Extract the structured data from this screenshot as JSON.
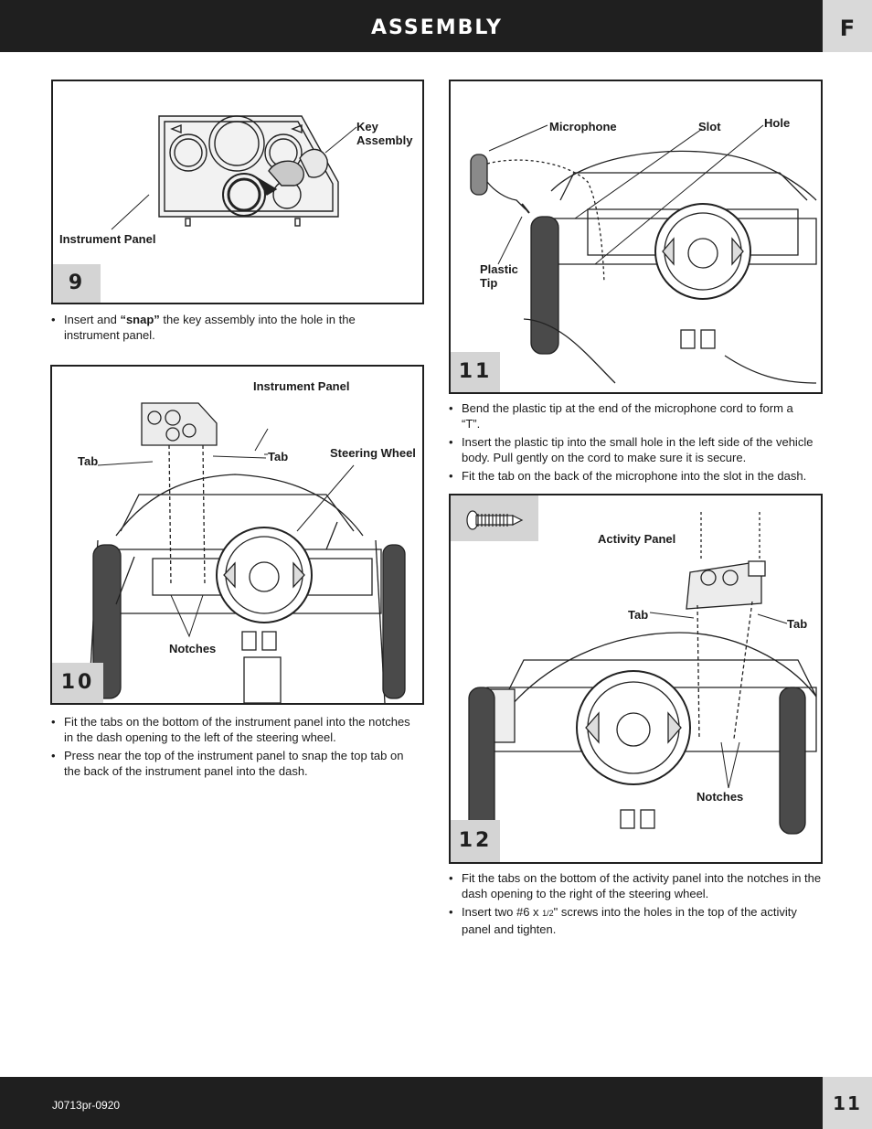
{
  "header": {
    "title": "ASSEMBLY",
    "section": "F"
  },
  "footer": {
    "code": "J0713pr-0920",
    "page": "11"
  },
  "steps": [
    {
      "number": "9",
      "labels": {
        "key_assembly": "Key Assembly",
        "instrument_panel": "Instrument Panel"
      },
      "bullets": [
        {
          "pre": "Insert and ",
          "bold": "“snap”",
          "post": " the key assembly into the hole in the instrument panel."
        }
      ]
    },
    {
      "number": "10",
      "labels": {
        "instrument_panel": "Instrument Panel",
        "tab_left": "Tab",
        "tab_right": "Tab",
        "steering_wheel": "Steering Wheel",
        "notches": "Notches"
      },
      "bullets": [
        "Fit the tabs on the bottom of the instrument panel into the notches in the dash opening to the left of the steering wheel.",
        "Press near the top of the instrument panel to snap the top tab on the back of the instrument panel into the dash."
      ]
    },
    {
      "number": "11",
      "labels": {
        "microphone": "Microphone",
        "slot": "Slot",
        "hole": "Hole",
        "plastic_tip": "Plastic Tip"
      },
      "bullets": [
        "Bend the plastic tip at the end of the microphone cord to form a “T”.",
        "Insert the plastic tip into the small hole in the left side of the vehicle body. Pull gently on the cord to make sure it is secure.",
        "Fit the tab on the back of the microphone into the slot in the dash."
      ]
    },
    {
      "number": "12",
      "labels": {
        "activity_panel": "Activity Panel",
        "tab_left": "Tab",
        "tab_right": "Tab",
        "notches": "Notches"
      },
      "bullets": [
        "Fit the tabs on the bottom of the activity panel into the notches in the dash opening to the right of the steering wheel.",
        {
          "pre": "Insert two #6 x ",
          "frac": "1/2",
          "post": "\" screws into the holes in the top of the activity panel and tighten."
        }
      ]
    }
  ]
}
